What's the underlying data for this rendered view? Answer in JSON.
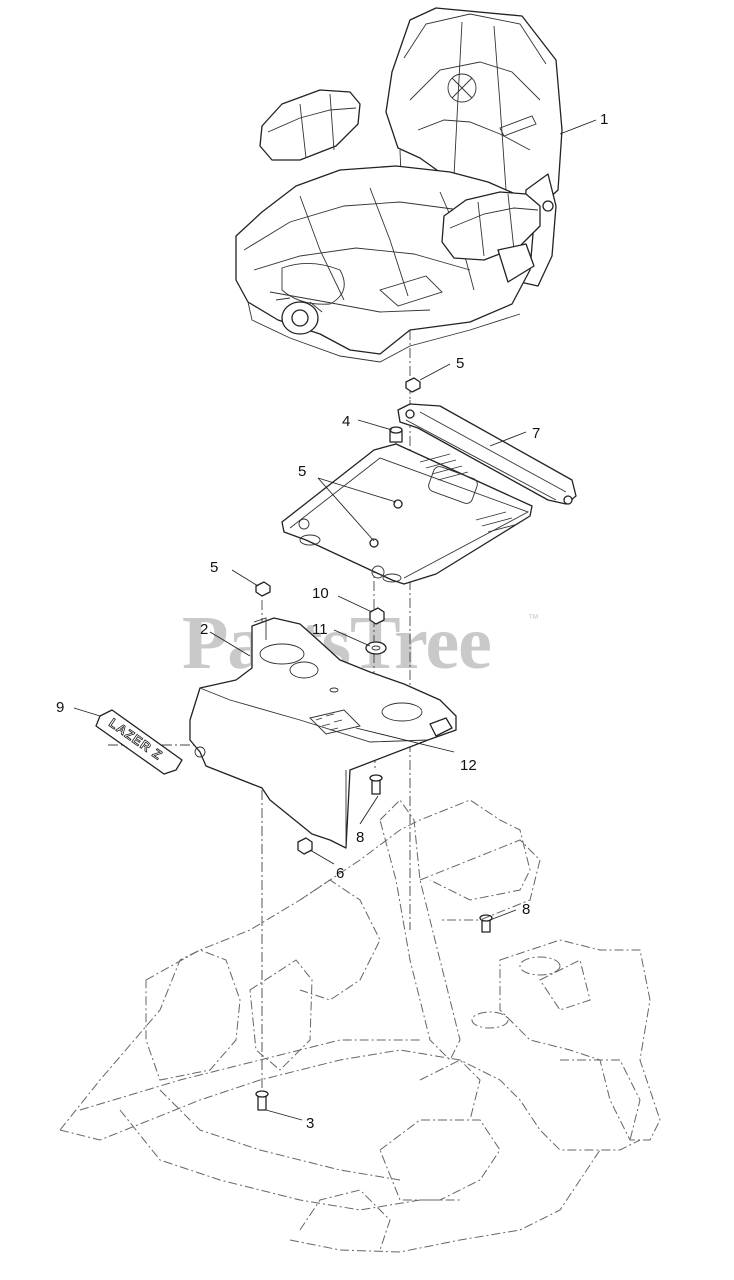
{
  "watermark": {
    "text": "PartsTree",
    "trademark": "™"
  },
  "decal": {
    "text": "LAZER Z"
  },
  "callouts": [
    {
      "id": "c1",
      "label": "1"
    },
    {
      "id": "c5a",
      "label": "5"
    },
    {
      "id": "c4",
      "label": "4"
    },
    {
      "id": "c7",
      "label": "7"
    },
    {
      "id": "c5b",
      "label": "5"
    },
    {
      "id": "c5c",
      "label": "5"
    },
    {
      "id": "c10",
      "label": "10"
    },
    {
      "id": "c2",
      "label": "2"
    },
    {
      "id": "c11",
      "label": "11"
    },
    {
      "id": "c9",
      "label": "9"
    },
    {
      "id": "c12",
      "label": "12"
    },
    {
      "id": "c8a",
      "label": "8"
    },
    {
      "id": "c6",
      "label": "6"
    },
    {
      "id": "c8b",
      "label": "8"
    },
    {
      "id": "c3",
      "label": "3"
    }
  ]
}
